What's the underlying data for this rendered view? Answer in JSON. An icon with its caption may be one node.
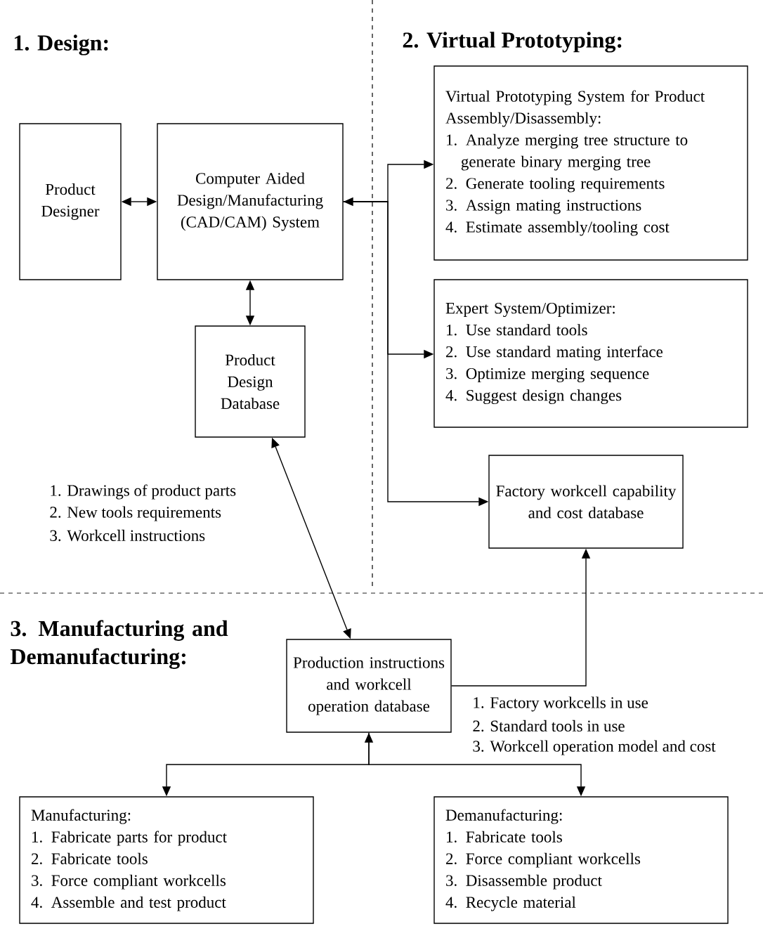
{
  "diagram": {
    "nodes": [
      {
        "text": [
          "Product Designer"
        ]
      },
      {
        "text": [
          "Computer Aided Design/Manufacturing (CAD/CAM) System"
        ]
      },
      {
        "text": [
          "Product Design Database"
        ]
      },
      {
        "text": [
          "Virtual Prototyping System for Product Assembly/Disassembly:",
          "1. Analyze merging tree structure to generate binary merging tree",
          "2. Generate tooling requirements",
          "3. Assign mating instructions",
          "4. Estimate assembly/tooling cost"
        ]
      },
      {
        "text": [
          "Expert System/Optimizer:",
          "1. Use standard tools",
          "2. Use standard mating interface",
          "3. Optimize merging sequence",
          "4. Suggest design changes"
        ]
      },
      {
        "text": [
          "Factory workcell capability and cost database"
        ]
      },
      {
        "text": [
          "Production instructions and workcell operation database"
        ]
      },
      {
        "text": [
          "Manufacturing:",
          "1. Fabricate parts for product",
          "2. Fabricate tools",
          "3. Force compliant workcells",
          "4. Assemble and test product"
        ]
      },
      {
        "text": [
          "Demanufacturing:",
          "1. Fabricate tools",
          "2. Force compliant workcells",
          "3. Disassemble product",
          "4. Recycle material"
        ]
      }
    ],
    "edges": [
      {
        "from": 0,
        "to": 1,
        "arrow": "both"
      },
      {
        "from": 1,
        "to": 2,
        "arrow": "both"
      },
      {
        "from": 1,
        "to": 3,
        "arrow": "both"
      },
      {
        "from": 1,
        "to": 4,
        "arrow": "to"
      },
      {
        "from": 1,
        "to": 5,
        "arrow": "to"
      },
      {
        "from": 2,
        "to": 6,
        "arrow": "both"
      },
      {
        "from": 6,
        "to": 5,
        "arrow": "to"
      },
      {
        "from": 6,
        "to": 7,
        "arrow": "both"
      },
      {
        "from": 6,
        "to": 8,
        "arrow": "to"
      }
    ],
    "labels": [
      "1. Design:",
      "2. Virtual Prototyping:",
      "3. Manufacturing and Demanufacturing:",
      "1. Drawings of product parts",
      "2. New tools requirements",
      "3. Workcell instructions",
      "1. Factory workcells in use",
      "2. Standard tools in use",
      "3. Workcell operation model and cost"
    ]
  }
}
